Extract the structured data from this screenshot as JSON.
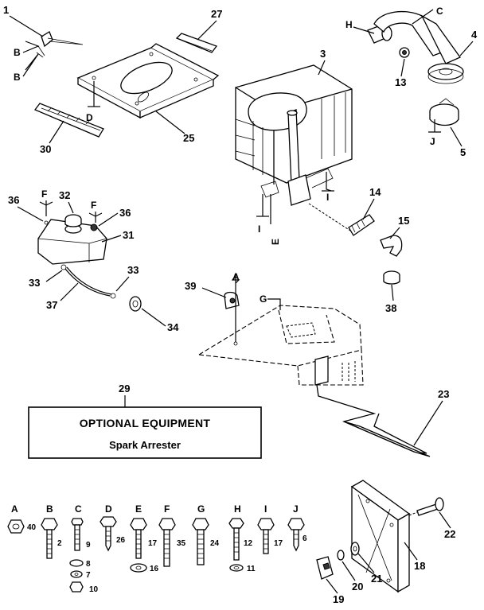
{
  "callouts": {
    "c1": "1",
    "c27": "27",
    "c3": "3",
    "c4": "4",
    "c13": "13",
    "c5": "5",
    "c25": "25",
    "c30": "30",
    "c14": "14",
    "c15": "15",
    "c38": "38",
    "c36a": "36",
    "c32": "32",
    "c36b": "36",
    "c31": "31",
    "c33a": "33",
    "c33b": "33",
    "c37": "37",
    "c34": "34",
    "c39": "39",
    "c23": "23",
    "c29": "29",
    "c22": "22",
    "c18": "18",
    "c21": "21",
    "c20": "20",
    "c19": "19"
  },
  "letters": {
    "B1": "B",
    "B2": "B",
    "D": "D",
    "H": "H",
    "C": "C",
    "J": "J",
    "I1": "I",
    "E": "E",
    "I2": "I",
    "F1": "F",
    "F2": "F",
    "A": "A",
    "G": "G"
  },
  "optional_box": {
    "title": "OPTIONAL EQUIPMENT",
    "subtitle": "Spark Arrester"
  },
  "hardware_legend": [
    {
      "letter": "A",
      "part": "40"
    },
    {
      "letter": "B",
      "part": "2"
    },
    {
      "letter": "C",
      "part": "9"
    },
    {
      "letter": "D",
      "part": "26"
    },
    {
      "letter": "E",
      "part": "17"
    },
    {
      "letter": "F",
      "part": "35"
    },
    {
      "letter": "G",
      "part": "24"
    },
    {
      "letter": "H",
      "part": "12"
    },
    {
      "letter": "I",
      "part": "17"
    },
    {
      "letter": "J",
      "part": "6"
    }
  ],
  "hardware_extras": {
    "b8": "8",
    "b7": "7",
    "b10": "10",
    "e16": "16",
    "h11": "11"
  }
}
